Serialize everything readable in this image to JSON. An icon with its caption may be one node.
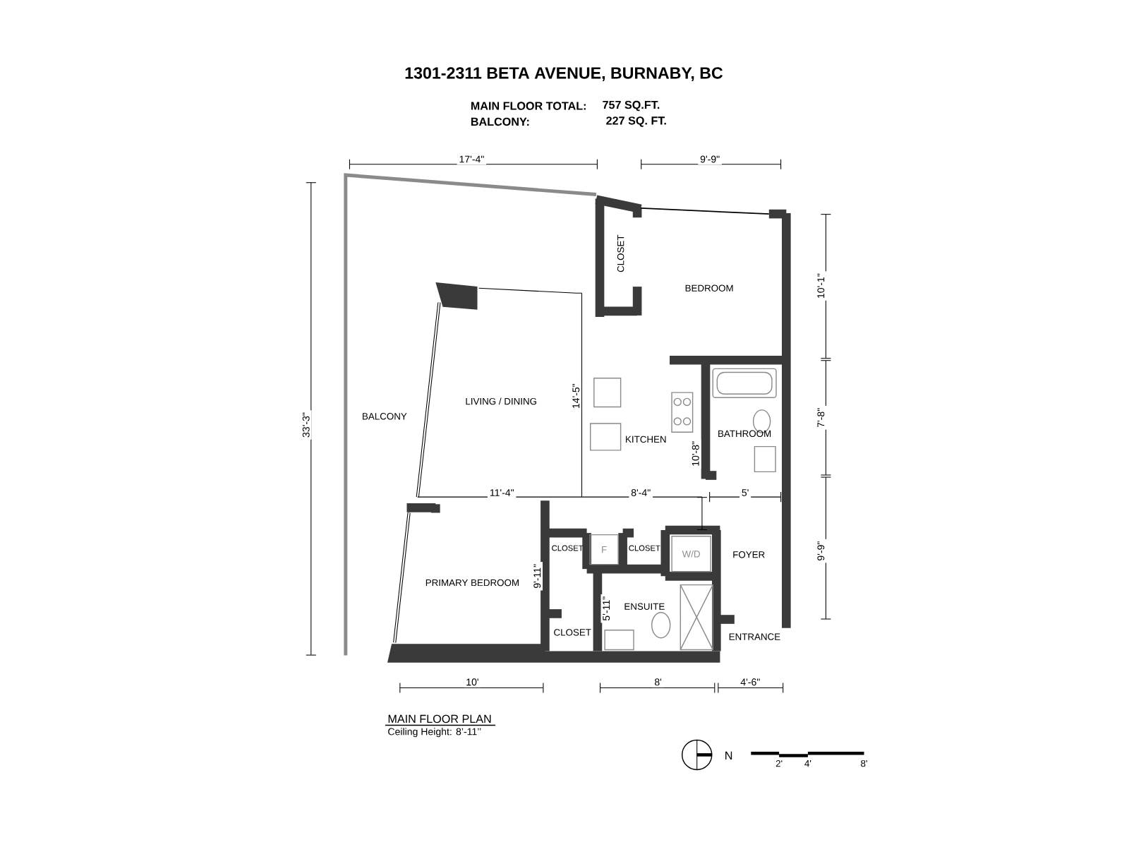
{
  "diagram": {
    "title": "1301-2311 BETA AVENUE, BURNABY, BC",
    "nodes": [
      {
        "text": [
          "CLOSET"
        ]
      },
      {
        "text": [
          "BEDROOM"
        ]
      },
      {
        "text": [
          "BALCONY"
        ]
      },
      {
        "text": [
          "LIVING / DINING"
        ]
      },
      {
        "text": [
          "KITCHEN"
        ]
      },
      {
        "text": [
          "BATHROOM"
        ]
      },
      {
        "text": [
          "PRIMARY BEDROOM"
        ]
      },
      {
        "text": [
          "CLOSET"
        ]
      },
      {
        "text": [
          "F"
        ]
      },
      {
        "text": [
          "CLOSET"
        ]
      },
      {
        "text": [
          "W/D"
        ]
      },
      {
        "text": [
          "FOYER"
        ]
      },
      {
        "text": [
          "ENSUITE"
        ]
      },
      {
        "text": [
          "CLOSET"
        ]
      },
      {
        "text": [
          "ENTRANCE"
        ]
      }
    ],
    "labels": [
      "MAIN FLOOR TOTAL:",
      "757 SQ.FT.",
      "BALCONY:",
      "227 SQ. FT.",
      "17'-4\"",
      "9'-9\"",
      "33'-3\"",
      "10'-1\"",
      "14'-5\"",
      "7'-8\"",
      "10'-8\"",
      "11'-4\"",
      "8'-4\"",
      "5'",
      "9'-9\"",
      "9'-11\"",
      "5'-11\"",
      "10'",
      "8'",
      "4'-6\"",
      "MAIN FLOOR PLAN",
      "Ceiling Height: 8’-11’’",
      "N",
      "2'",
      "4'",
      "8'"
    ]
  }
}
